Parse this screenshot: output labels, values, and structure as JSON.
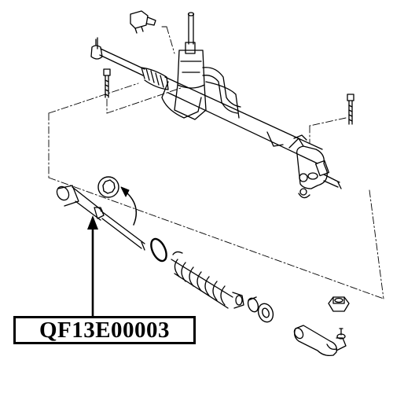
{
  "part_number": "QF13E00003",
  "colors": {
    "line": "#000000",
    "background": "#ffffff"
  },
  "components": [
    "steering-rack-assembly",
    "tie-rod",
    "dust-boot",
    "boot-clamp",
    "lock-nut",
    "tie-rod-end",
    "castle-nut",
    "mounting-bolt",
    "sensor-plug",
    "snap-ring",
    "o-ring"
  ]
}
